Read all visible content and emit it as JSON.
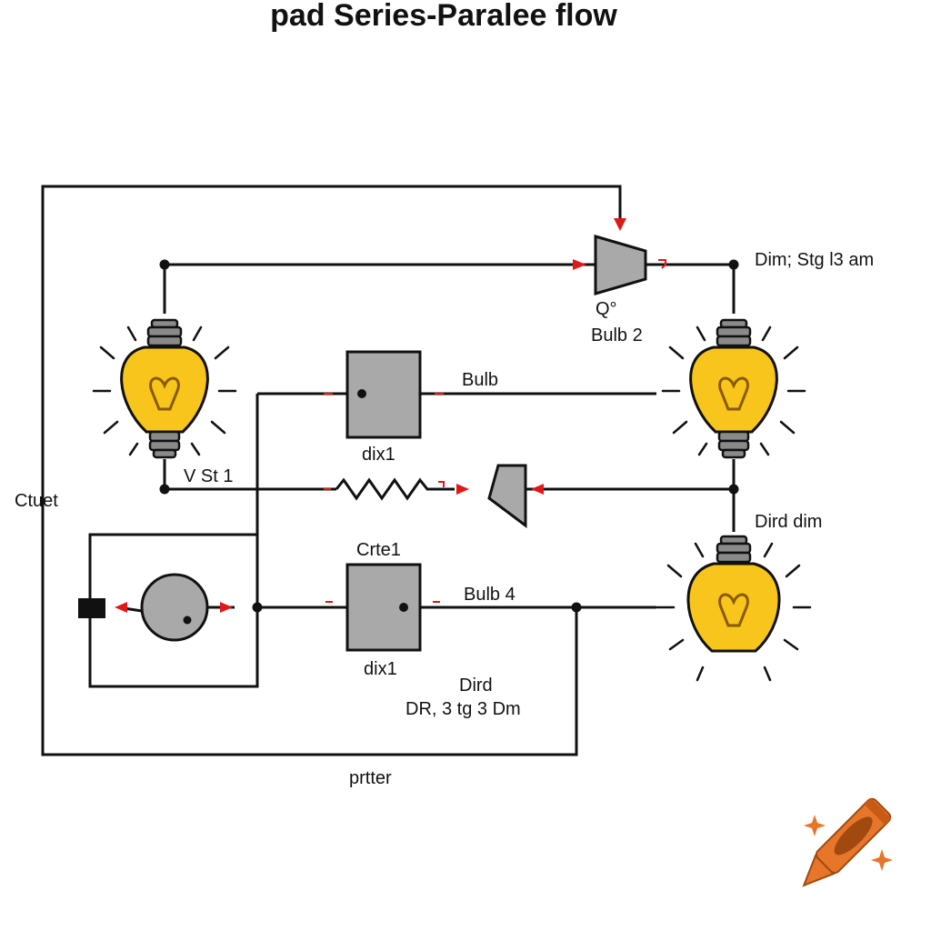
{
  "title": "pad Series-Paralee flow",
  "labels": {
    "top_right": "Dim; Stg l3 am",
    "q_mark": "Q°",
    "bulb2": "Bulb 2",
    "bulb": "Bulb",
    "dix1_upper": "dix1",
    "vst1": "V St 1",
    "ctuet": "Ctuet",
    "dird_dim": "Dird dim",
    "crte1": "Crte1",
    "bulb4": "Bulb 4",
    "dix1_lower": "dix1",
    "dird": "Dird",
    "dr_line": "DR, 3  tg  3  Dm",
    "prtter": "prtter"
  },
  "colors": {
    "bulb_fill": "#f7c51c",
    "bulb_base": "#8a8a8a",
    "component_gray": "#a9a9a9",
    "arrow_red": "#e01818",
    "crayon_orange": "#e8762a"
  }
}
